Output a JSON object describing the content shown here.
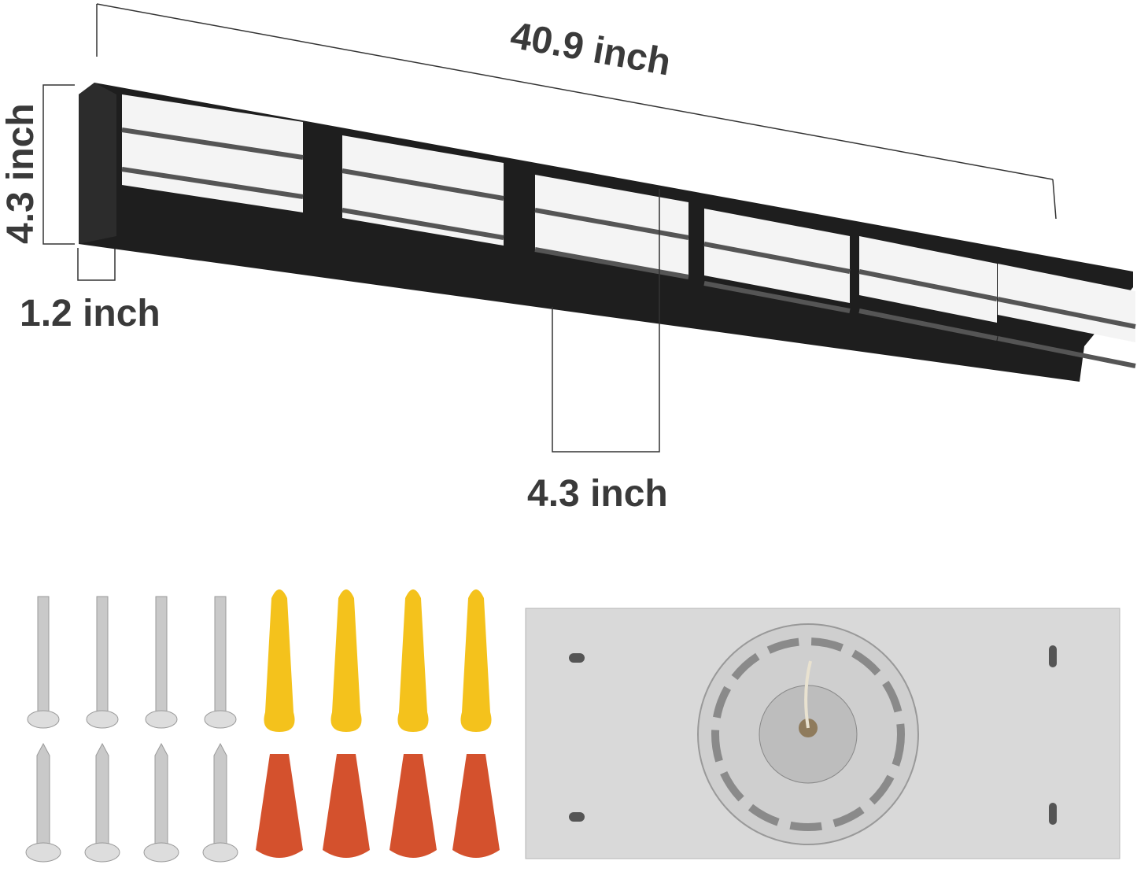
{
  "dimensions": {
    "length": "40.9 inch",
    "height": "4.3 inch",
    "depth": "1.2 inch",
    "projection": "4.3 inch"
  },
  "colors": {
    "fixture": "#1e1e1e",
    "shade": "#f4f4f4",
    "anchor": "#f4c21c",
    "wire_nut": "#d4512d",
    "plate": "#d8d8d8"
  }
}
